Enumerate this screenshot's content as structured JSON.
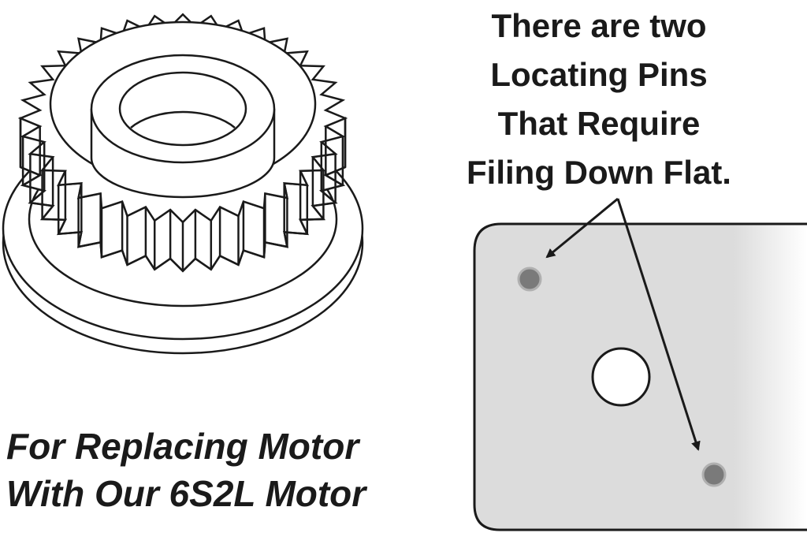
{
  "annotation": {
    "lines": [
      "There are two",
      "Locating Pins",
      "That Require",
      "Filing Down Flat."
    ]
  },
  "caption": {
    "lines": [
      "For Replacing Motor",
      "With Our 6S2L Motor"
    ]
  },
  "colors": {
    "plate_fill": "#dcdcdc",
    "pin_fill": "#7a7a7a",
    "ink": "#1a1a1a"
  }
}
